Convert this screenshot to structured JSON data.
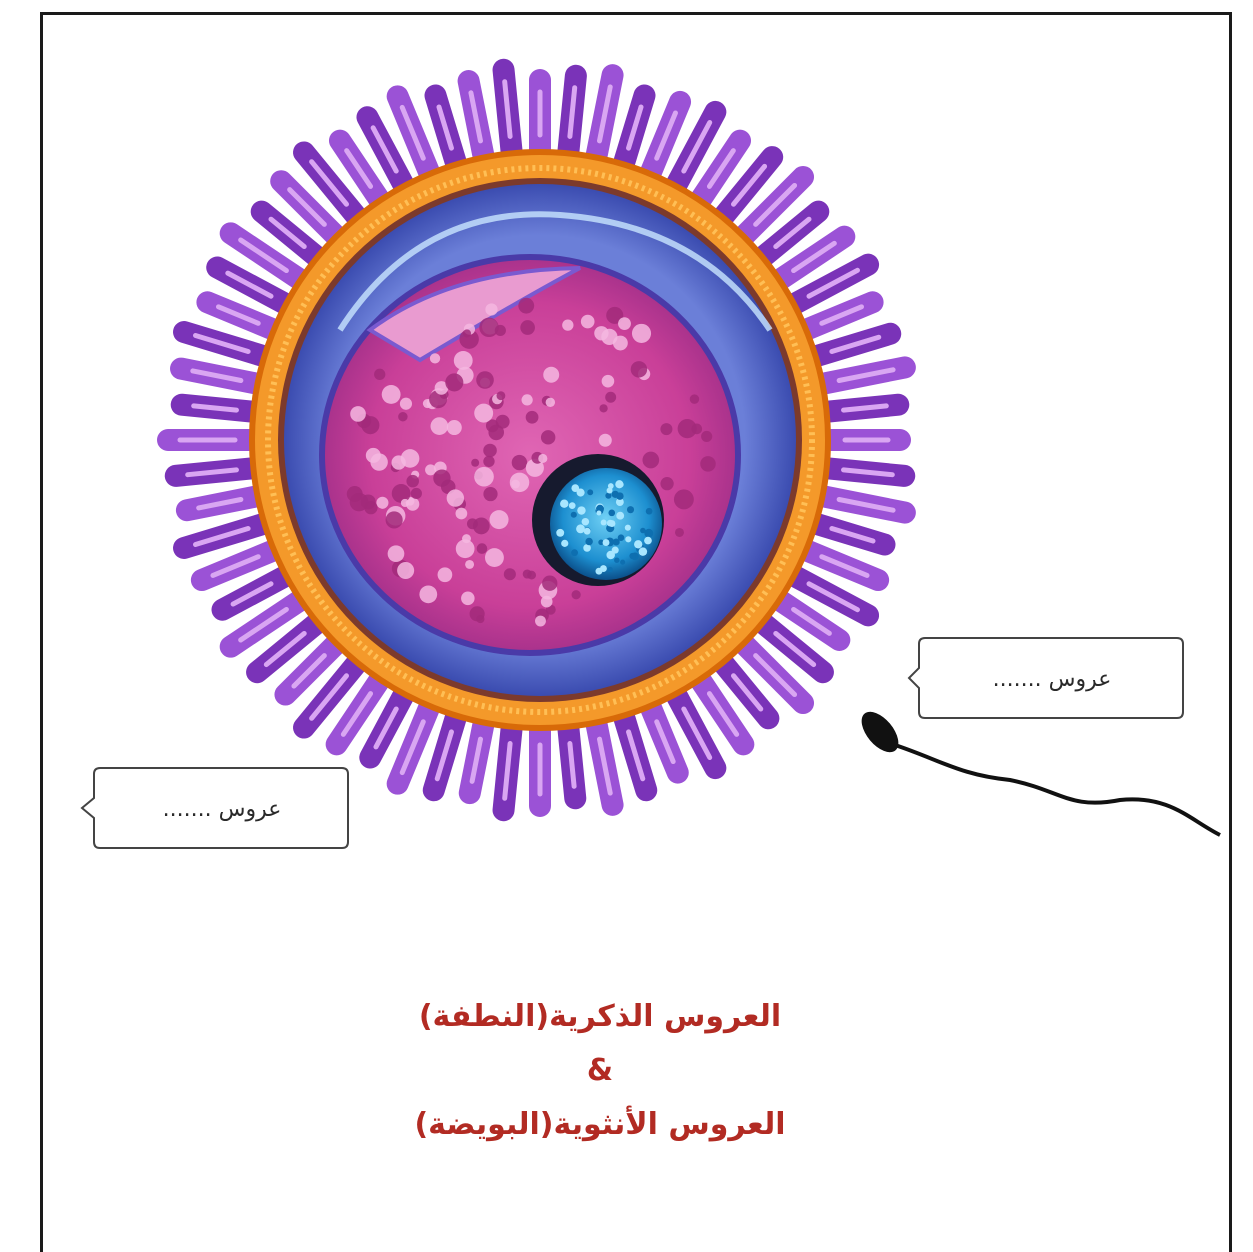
{
  "callout_left": {
    "text": "عروس ......."
  },
  "callout_right": {
    "text": "عروس ......."
  },
  "caption": {
    "line1": "العروس الذكرية(النطفة)",
    "line2": "&",
    "line3": "العروس الأنثوية(البويضة)"
  },
  "colors": {
    "caption": "#b22b23",
    "corona": "#8a3fc4",
    "zona": "#f08a12",
    "cytoplasm": "#d0479a",
    "nucleus": "#2aa0d8",
    "sperm": "#111111"
  },
  "icons": {
    "egg": "ovum-cell-illustration",
    "sperm": "sperm-cell-illustration"
  }
}
